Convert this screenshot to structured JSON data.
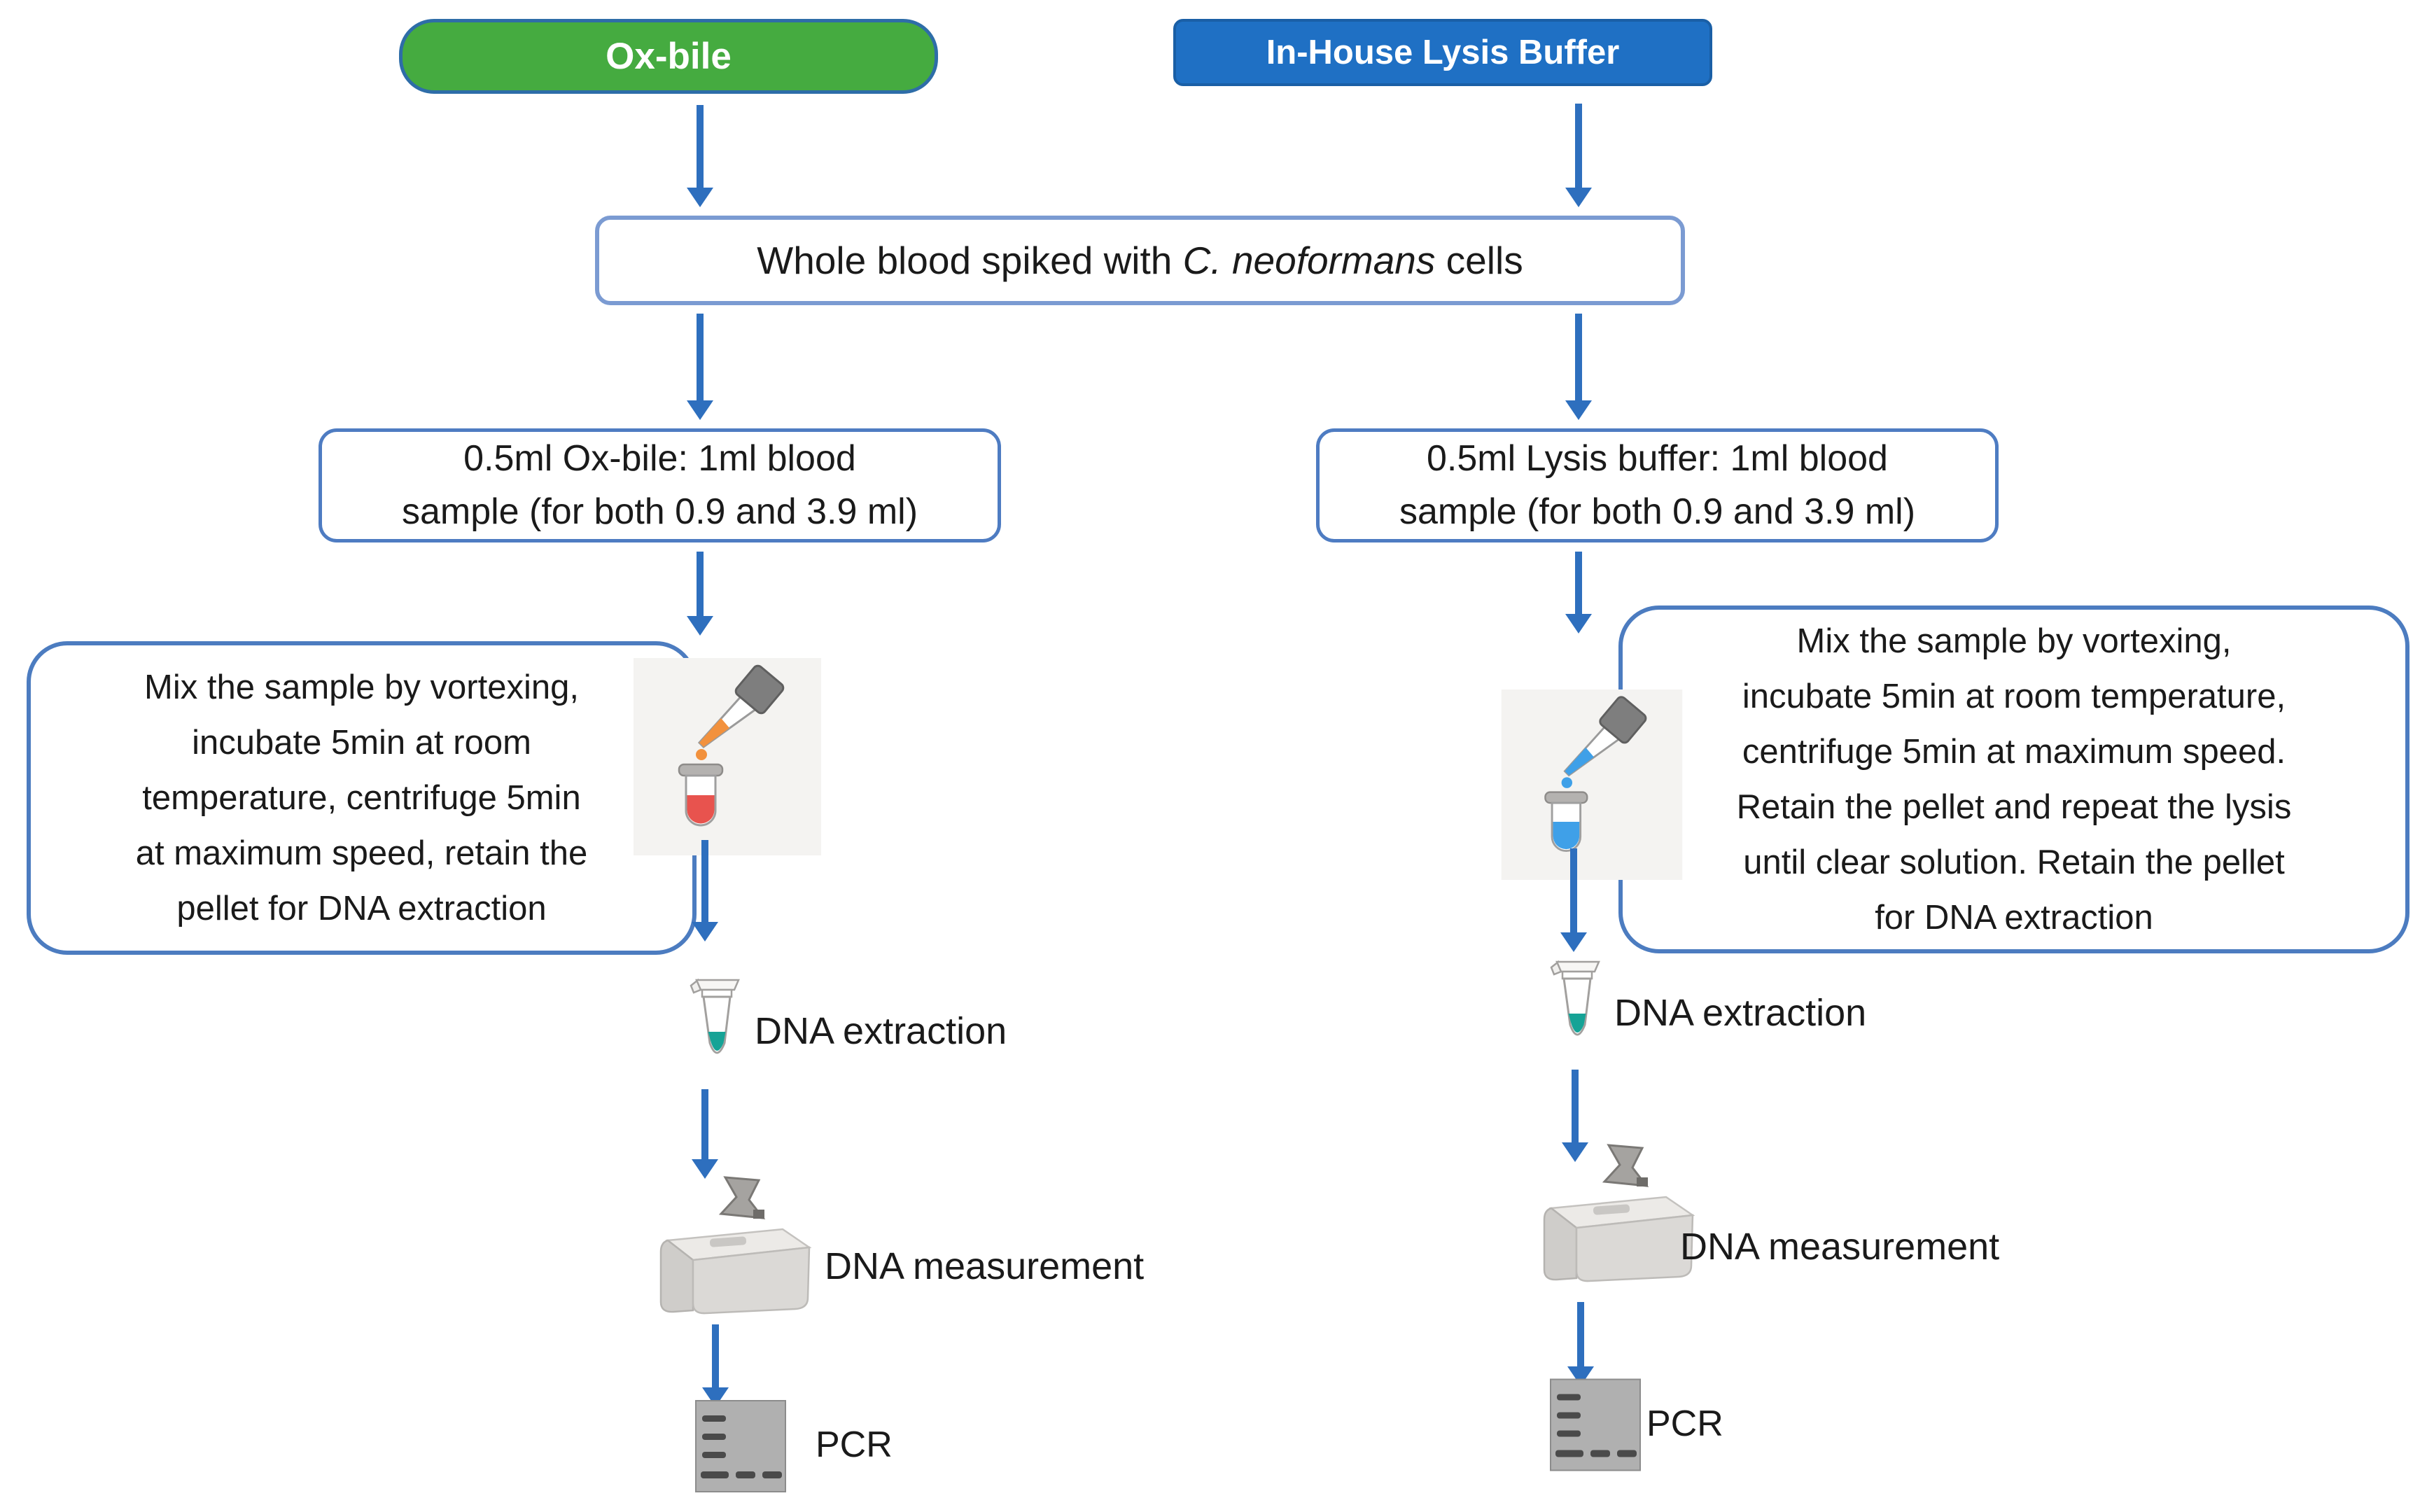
{
  "title_pills": {
    "ox_bile": {
      "label": "Ox-bile",
      "fill": "#45ab40",
      "border": "#2e6da8"
    },
    "lysis": {
      "label": "In-House Lysis Buffer",
      "fill": "#1f70c4",
      "border": "#1a5fa6"
    }
  },
  "sample_box": {
    "prefix": "Whole blood spiked with ",
    "species": "C. neoformans",
    "suffix": " cells"
  },
  "left_branch": {
    "ratio_lines": [
      "0.5ml Ox-bile: 1ml blood",
      "sample (for both 0.9 and 3.9 ml)"
    ],
    "protocol_lines": [
      "Mix the sample by vortexing,",
      "incubate 5min at room",
      "temperature, centrifuge 5min",
      "at maximum speed, retain the",
      "pellet for DNA extraction"
    ],
    "dna_extraction": "DNA extraction",
    "dna_measurement": "DNA measurement",
    "pcr": "PCR"
  },
  "right_branch": {
    "ratio_lines": [
      "0.5ml Lysis buffer: 1ml blood",
      "sample (for both 0.9 and 3.9 ml)"
    ],
    "protocol_lines": [
      "Mix the sample by vortexing,",
      "incubate 5min at room temperature,",
      "centrifuge 5min at maximum speed.",
      "Retain the pellet and repeat the lysis",
      "until clear solution. Retain the pellet",
      "for DNA extraction"
    ],
    "dna_extraction": "DNA extraction",
    "dna_measurement": "DNA measurement",
    "pcr": "PCR"
  },
  "icons": {
    "left_mix": "pipette-dropping-into-red-blood-tube",
    "right_mix": "pipette-dropping-into-blue-lysis-tube",
    "extraction": "microcentrifuge-tube-with-teal-dna-solution",
    "measurement": "spectrophotometer-instrument",
    "pcr": "gel-electrophoresis-bands"
  },
  "colors": {
    "arrow_blue": "#2e6fbe",
    "box_border_blue": "#4e7cc2",
    "sample_box_border": "#7b9bd2",
    "text": "#1a1a1a",
    "tube_red": "#e8534e",
    "pipette_orange": "#f2913d",
    "liquid_blue": "#3fa0e8",
    "liquid_teal": "#16a396",
    "gel_gray": "#b0b0b0",
    "band_dark": "#4a4a4a",
    "icon_bg": "#f4f3f1"
  }
}
